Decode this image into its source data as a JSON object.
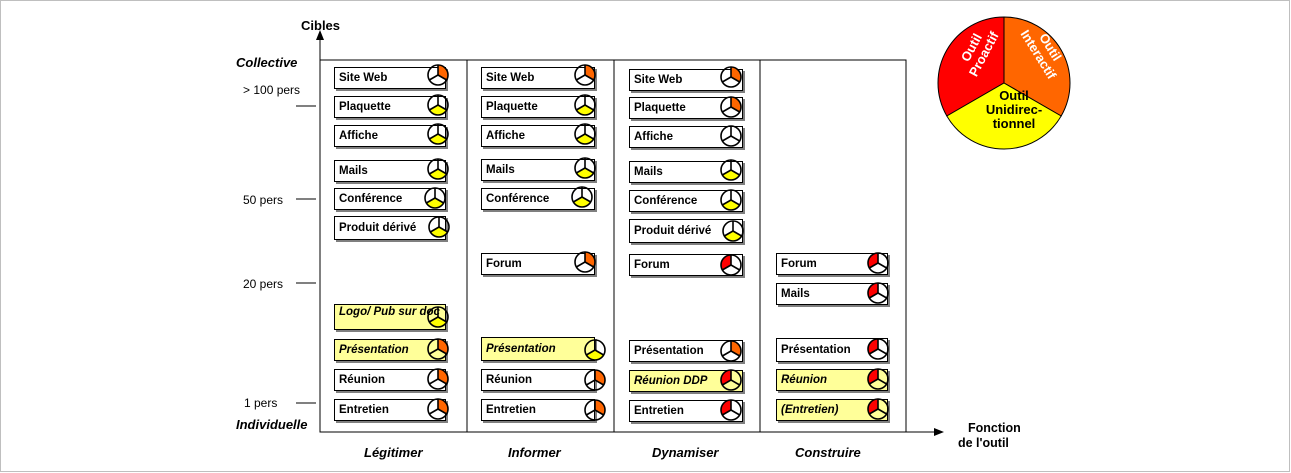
{
  "axes": {
    "y_title": "Cibles",
    "y_top": "Collective",
    "y_bottom": "Individuelle",
    "y_ticks": [
      "> 100 pers",
      "50 pers",
      "20 pers",
      "1 pers"
    ],
    "x_title_line1": "Fonction",
    "x_title_line2": "de l'outil",
    "columns": [
      "Légitimer",
      "Informer",
      "Dynamiser",
      "Construire"
    ]
  },
  "legend": {
    "proactif": "Outil Proactif",
    "interactif": "Outil Interactif",
    "unidirectionnel_1": "Outil",
    "unidirectionnel_2": "Unidirec-",
    "unidirectionnel_3": "tionnel"
  },
  "colors": {
    "proactif": "#ff0000",
    "interactif": "#ff6600",
    "unidirectionnel": "#ffff00",
    "highlight_box": "#ffff99"
  },
  "tools": {
    "legitimer": [
      {
        "label": "Site Web",
        "fill": "interactif",
        "hl": false
      },
      {
        "label": "Plaquette",
        "fill": "unidirectionnel",
        "hl": false
      },
      {
        "label": "Affiche",
        "fill": "unidirectionnel",
        "hl": false
      },
      {
        "label": "Mails",
        "fill": "unidirectionnel",
        "hl": false
      },
      {
        "label": "Conférence",
        "fill": "unidirectionnel",
        "hl": false
      },
      {
        "label": "Produit dérivé",
        "fill": "unidirectionnel",
        "hl": false
      },
      {
        "label": "Logo/ Pub sur doc",
        "fill": "unidirectionnel",
        "hl": true
      },
      {
        "label": "Présentation",
        "fill": "interactif",
        "hl": true
      },
      {
        "label": "Réunion",
        "fill": "interactif",
        "hl": false
      },
      {
        "label": "Entretien",
        "fill": "interactif",
        "hl": false
      }
    ],
    "informer": [
      {
        "label": "Site Web",
        "fill": "interactif",
        "hl": false
      },
      {
        "label": "Plaquette",
        "fill": "unidirectionnel",
        "hl": false
      },
      {
        "label": "Affiche",
        "fill": "unidirectionnel",
        "hl": false
      },
      {
        "label": "Mails",
        "fill": "unidirectionnel",
        "hl": false
      },
      {
        "label": "Conférence",
        "fill": "unidirectionnel",
        "hl": false
      },
      {
        "label": "Forum",
        "fill": "interactif",
        "hl": false
      },
      {
        "label": "Présentation",
        "fill": "unidirectionnel",
        "hl": true
      },
      {
        "label": "Réunion",
        "fill": "interactif",
        "hl": false
      },
      {
        "label": "Entretien",
        "fill": "interactif",
        "hl": false
      }
    ],
    "dynamiser": [
      {
        "label": "Site Web",
        "fill": "interactif",
        "hl": false
      },
      {
        "label": "Plaquette",
        "fill": "interactif",
        "hl": false
      },
      {
        "label": "Affiche",
        "fill": "none",
        "hl": false
      },
      {
        "label": "Mails",
        "fill": "unidirectionnel",
        "hl": false
      },
      {
        "label": "Conférence",
        "fill": "unidirectionnel",
        "hl": false
      },
      {
        "label": "Produit dérivé",
        "fill": "unidirectionnel",
        "hl": false
      },
      {
        "label": "Forum",
        "fill": "proactif",
        "hl": false
      },
      {
        "label": "Présentation",
        "fill": "interactif",
        "hl": false
      },
      {
        "label": "Réunion DDP",
        "fill": "proactif",
        "hl": true
      },
      {
        "label": "Entretien",
        "fill": "proactif",
        "hl": false
      }
    ],
    "construire": [
      {
        "label": "Forum",
        "fill": "proactif",
        "hl": false
      },
      {
        "label": "Mails",
        "fill": "proactif",
        "hl": false
      },
      {
        "label": "Présentation",
        "fill": "proactif",
        "hl": false
      },
      {
        "label": "Réunion",
        "fill": "proactif",
        "hl": true
      },
      {
        "label": "(Entretien)",
        "fill": "proactif",
        "hl": true
      }
    ]
  }
}
